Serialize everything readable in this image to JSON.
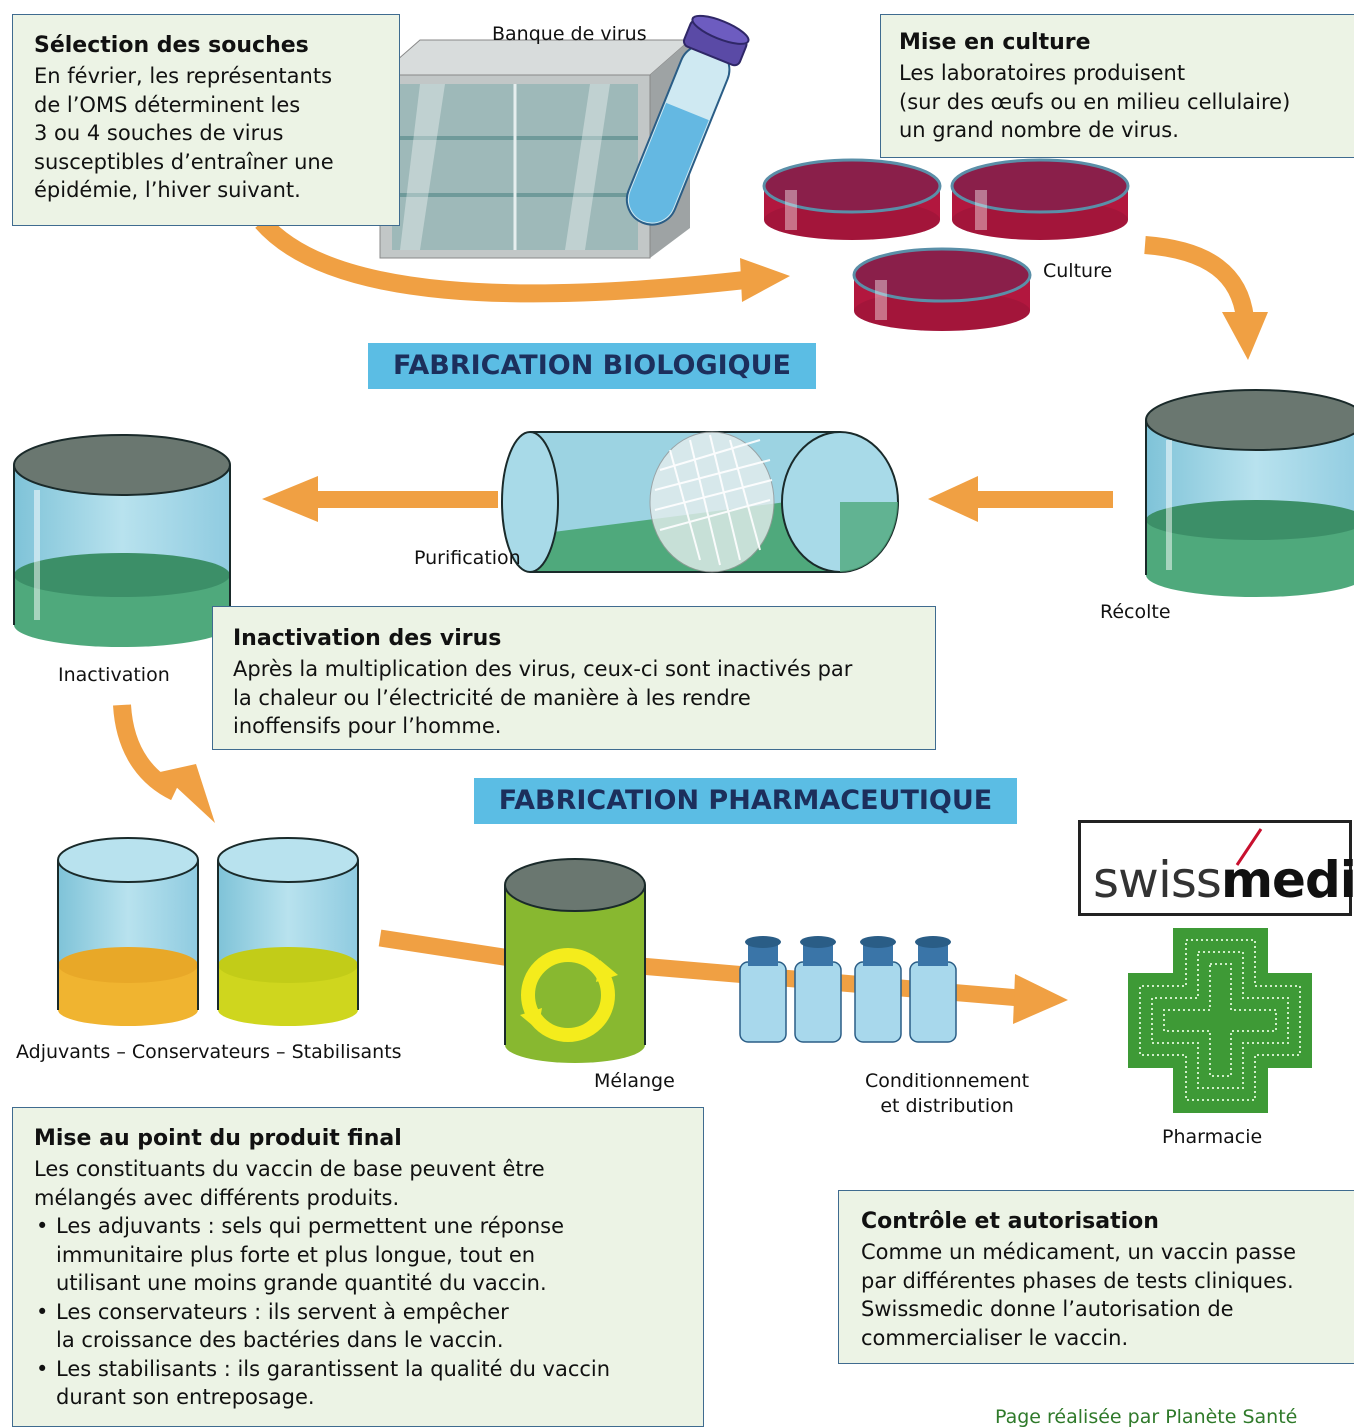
{
  "boxes": {
    "selection": {
      "title": "Sélection des souches",
      "lines": [
        "En février, les représentants",
        "de l’OMS déterminent les",
        "3 ou 4 souches de virus",
        "susceptibles d’entraîner une",
        "épidémie, l’hiver suivant."
      ]
    },
    "culture": {
      "title": "Mise en culture",
      "lines": [
        "Les laboratoires produisent",
        "(sur des œufs ou en milieu cellulaire)",
        "un grand nombre de virus."
      ]
    },
    "inactivation": {
      "title": "Inactivation des virus",
      "lines": [
        "Après la multiplication des virus, ceux-ci sont inactivés par",
        "la chaleur ou l’électricité de manière à les rendre",
        "inoffensifs pour l’homme."
      ]
    },
    "final_product": {
      "title": "Mise au point du produit final",
      "lines": [
        "Les constituants du vaccin de base peuvent être",
        "mélangés avec différents produits."
      ],
      "bullets": [
        [
          "Les adjuvants : sels qui permettent une réponse",
          "immunitaire plus forte et plus longue, tout en",
          "utilisant une moins grande quantité du vaccin."
        ],
        [
          "Les conservateurs : ils servent à empêcher",
          "la croissance des bactéries dans le vaccin."
        ],
        [
          "Les stabilisants : ils garantissent la qualité du vaccin",
          "durant son entreposage."
        ]
      ]
    },
    "control": {
      "title": "Contrôle et autorisation",
      "lines": [
        "Comme un médicament, un vaccin passe",
        "par différentes phases de tests cliniques.",
        "Swissmedic donne l’autorisation de",
        "commercialiser le vaccin."
      ]
    }
  },
  "banners": {
    "biological": "FABRICATION BIOLOGIQUE",
    "pharmaceutical": "FABRICATION PHARMACEUTIQUE"
  },
  "labels": {
    "virus_bank": "Banque de virus",
    "culture": "Culture",
    "harvest": "Récolte",
    "purification": "Purification",
    "inactivation": "Inactivation",
    "additives": "Adjuvants – Conservateurs – Stabilisants",
    "mixing": "Mélange",
    "packaging_1": "Conditionnement",
    "packaging_2": "et distribution",
    "pharmacy": "Pharmacie"
  },
  "logo": {
    "prefix": "swiss",
    "suffix": "medic"
  },
  "credit": "Page réalisée par Planète Santé",
  "colors": {
    "box_bg": "#ecf3e5",
    "box_border": "#3f6b8f",
    "banner_bg": "#5bbde4",
    "banner_text": "#1c2f5c",
    "arrow": "#f0a043",
    "liquid_green": "#4fa97c",
    "petri_red": "#a3153a",
    "pharmacy_green": "#3e9a36"
  }
}
